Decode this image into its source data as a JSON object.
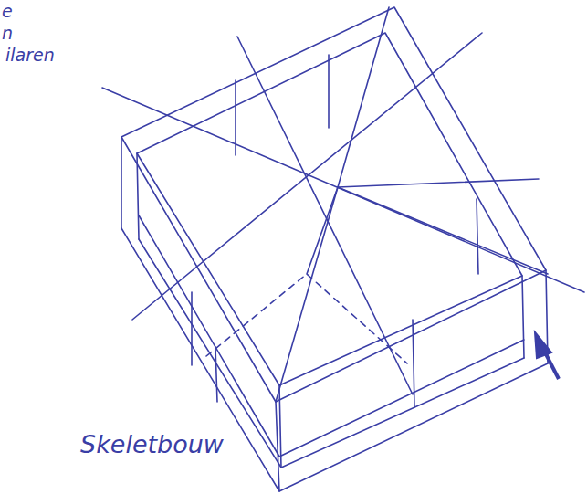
{
  "diagram": {
    "labels": [
      "e",
      "n",
      "ilaren",
      "Skeletbouw"
    ]
  }
}
